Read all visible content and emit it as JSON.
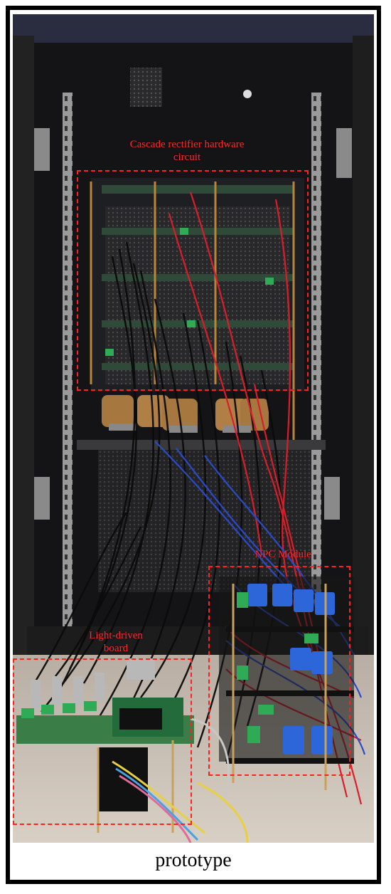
{
  "caption": "prototype",
  "annotations": {
    "cascade_rectifier": "Cascade rectifier hardware circuit",
    "npc_module": "NPC Module",
    "light_driven_board": "Light-driven board"
  },
  "colors": {
    "annotation_red": "#ff2020",
    "frame": "#000000"
  }
}
